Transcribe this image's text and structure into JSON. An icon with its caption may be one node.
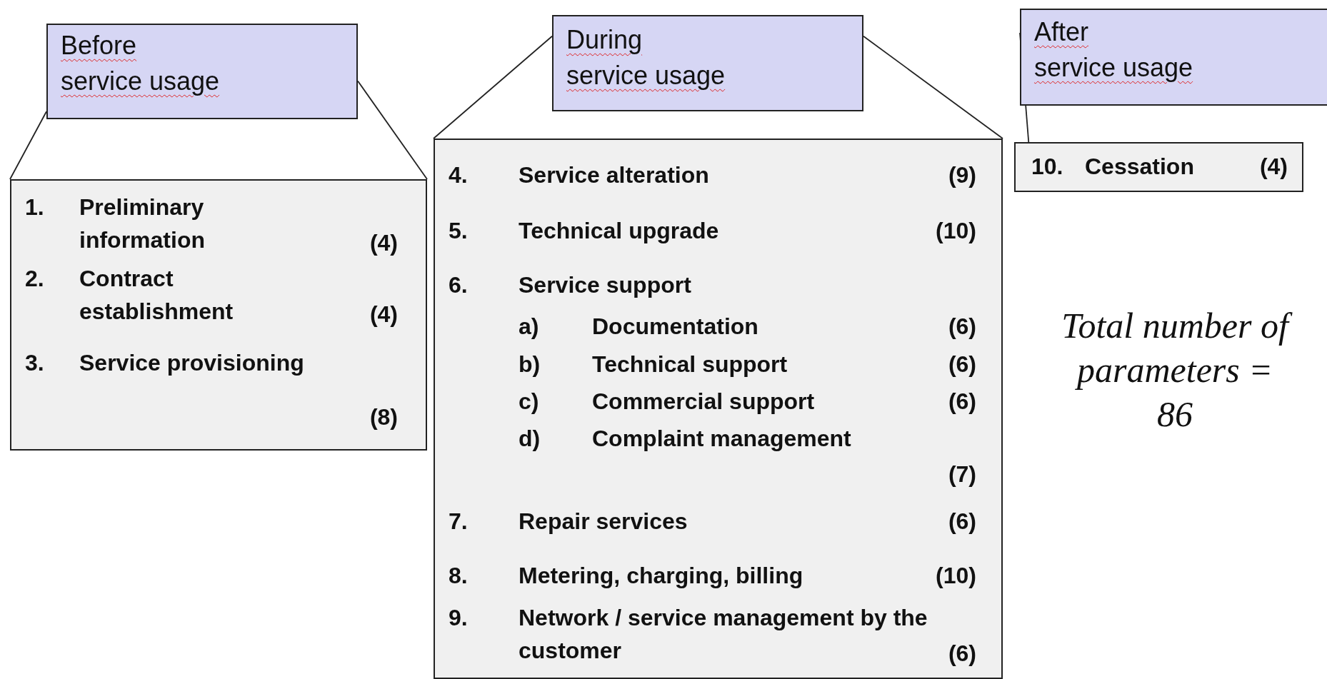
{
  "diagram": {
    "nodes": [
      {
        "text": [
          "Before service usage"
        ]
      },
      {
        "text": [
          "1.",
          "Preliminary information",
          "(4)",
          "2.",
          "Contract establishment",
          "(4)",
          "3.",
          "Service provisioning",
          "(8)"
        ]
      },
      {
        "text": [
          "During service usage"
        ]
      },
      {
        "text": [
          "4.",
          "Service alteration",
          "(9)",
          "5.",
          "Technical upgrade",
          "(10)",
          "6.",
          "Service support",
          "a)",
          "Documentation",
          "(6)",
          "b)",
          "Technical support",
          "(6)",
          "c)",
          "Commercial support",
          "(6)",
          "d)",
          "Complaint management",
          "(7)",
          "7.",
          "Repair services",
          "(6)",
          "8.",
          "Metering, charging, billing",
          "(10)",
          "9.",
          "Network / service management by the customer",
          "(6)"
        ]
      },
      {
        "text": [
          "After service usage"
        ]
      },
      {
        "text": [
          "10.",
          "Cessation",
          "(4)"
        ]
      }
    ],
    "edges": [
      {
        "from": 0,
        "to": 1,
        "arrow": "none"
      },
      {
        "from": 0,
        "to": 1,
        "arrow": "none"
      },
      {
        "from": 2,
        "to": 3,
        "arrow": "none"
      },
      {
        "from": 2,
        "to": 3,
        "arrow": "none"
      },
      {
        "from": 4,
        "to": 5,
        "arrow": "none"
      }
    ],
    "labels": [
      "Total number of parameters = 86"
    ]
  }
}
